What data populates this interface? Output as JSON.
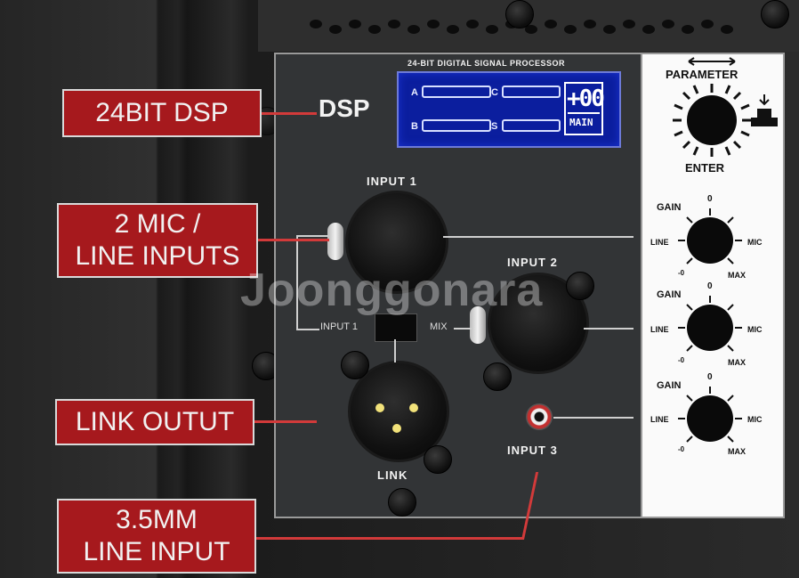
{
  "callouts": {
    "dsp": "24BIT DSP",
    "mic_line_1": "2 MIC /",
    "mic_line_2": "LINE INPUTS",
    "link": "LINK OUTUT",
    "line_in_1": "3.5MM",
    "line_in_2": "LINE INPUT"
  },
  "panel": {
    "dsp_label": "DSP",
    "lcd_header": "24-BIT DIGITAL  SIGNAL PROCESSOR",
    "lcd_a": "A",
    "lcd_b": "B",
    "lcd_c": "C",
    "lcd_s": "S",
    "lcd_value": "+00",
    "lcd_mode": "MAIN",
    "input1": "INPUT 1",
    "input2": "INPUT 2",
    "input3": "INPUT 3",
    "link": "LINK",
    "selector_left": "INPUT 1",
    "selector_right": "MIX"
  },
  "controls": {
    "parameter": "PARAMETER",
    "enter": "ENTER",
    "knobs": [
      {
        "gain": "GAIN",
        "zero": "0",
        "left": "LINE",
        "right": "MIC",
        "min": "-0",
        "max": "MAX"
      },
      {
        "gain": "GAIN",
        "zero": "0",
        "left": "LINE",
        "right": "MIC",
        "min": "-0",
        "max": "MAX"
      },
      {
        "gain": "GAIN",
        "zero": "0",
        "left": "LINE",
        "right": "MIC",
        "min": "-0",
        "max": "MAX"
      }
    ]
  },
  "watermark": "Joonggonara",
  "colors": {
    "callout": "#a6191d",
    "lcd": "#0b1e9e",
    "connector_pin": "#f2e27a"
  }
}
